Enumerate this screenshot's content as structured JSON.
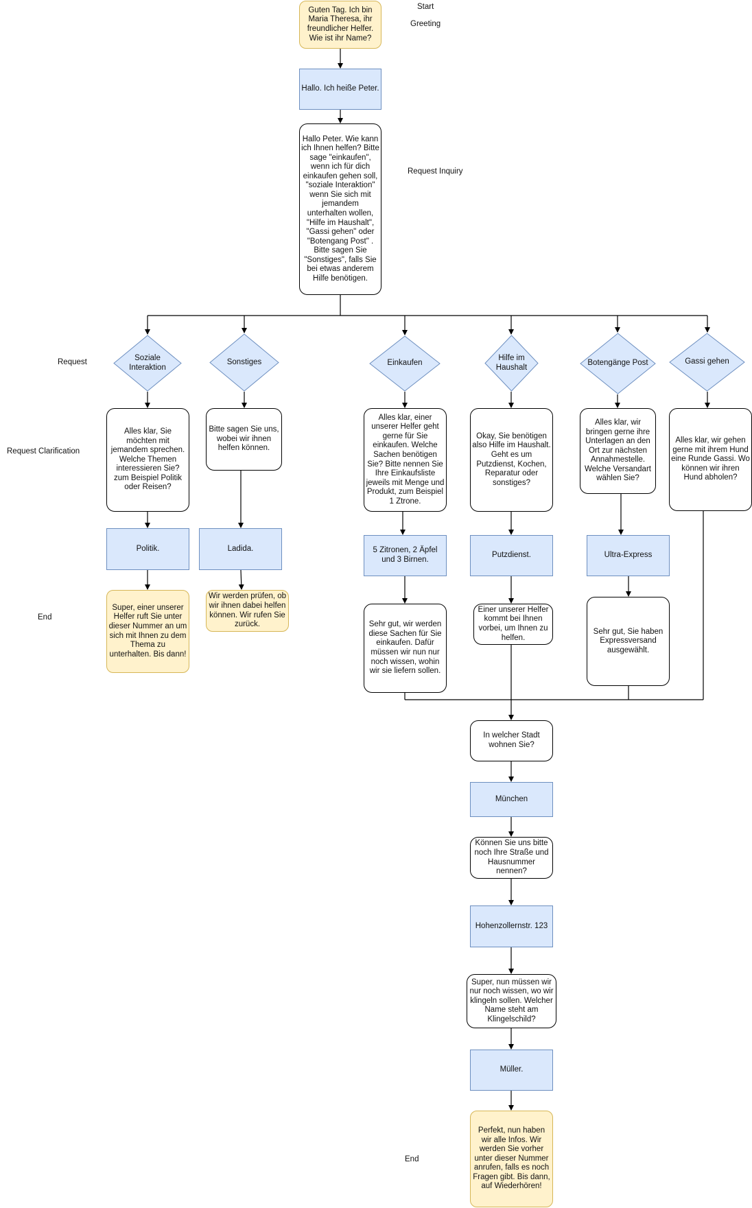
{
  "labels": {
    "start": "Start",
    "greeting": "Greeting",
    "request_inquiry": "Request Inquiry",
    "request": "Request",
    "request_clarification": "Request Clarification",
    "end_left": "End",
    "end_bottom": "End"
  },
  "nodes": {
    "greeting": "Guten Tag. Ich bin Maria Theresa, ihr freundlicher Helfer. Wie ist ihr Name?",
    "name_reply": "Hallo. Ich heiße Peter.",
    "inquiry": "Hallo Peter. Wie kann ich Ihnen helfen? Bitte sage \"einkaufen\", wenn ich für dich einkaufen gehen soll, \"soziale Interaktion\" wenn Sie sich mit jemandem unterhalten wollen, \"Hilfe im Haushalt\", \"Gassi gehen\" oder \"Botengang Post\" . Bitte sagen Sie \"Sonstiges\", falls Sie bei etwas anderem Hilfe benötigen.",
    "d_soziale": "Soziale Interaktion",
    "d_sonstiges": "Sonstiges",
    "d_einkaufen": "Einkaufen",
    "d_hilfe": "Hilfe im Haushalt",
    "d_boten": "Botengänge Post",
    "d_gassi": "Gassi gehen",
    "c_soziale": "Alles klar, Sie möchten mit jemandem sprechen. Welche Themen interessieren Sie? zum Beispiel Politik oder Reisen?",
    "c_sonstiges": "Bitte sagen Sie uns, wobei wir ihnen helfen können.",
    "c_einkaufen": "Alles klar, einer unserer Helfer geht gerne für Sie einkaufen. Welche Sachen benötigen Sie? Bitte nennen Sie Ihre Einkaufsliste jeweils mit Menge und Produkt, zum Beispiel 1 Ztrone.",
    "c_hilfe": "Okay, Sie benötigen also Hilfe im Haushalt. Geht es um Putzdienst, Kochen, Reparatur oder sonstiges?",
    "c_boten": "Alles klar, wir bringen gerne ihre Unterlagen an den Ort zur nächsten Annahmestelle. Welche Versandart wählen Sie?",
    "c_gassi": "Alles klar, wir gehen gerne mit ihrem Hund eine Runde Gassi. Wo können wir ihren Hund abholen?",
    "r_politik": "Politik.",
    "r_ladida": "Ladida.",
    "r_zitronen": "5 Zitronen, 2 Äpfel und 3 Birnen.",
    "r_putz": "Putzdienst.",
    "r_express": "Ultra-Express",
    "e_soziale": "Super, einer unserer Helfer ruft Sie unter dieser Nummer an um sich mit Ihnen zu dem Thema zu unterhalten. Bis dann!",
    "e_sonstiges": "Wir werden prüfen, ob wir ihnen dabei helfen können. Wir rufen Sie zurück.",
    "a_einkaufen": "Sehr gut, wir werden diese Sachen für Sie einkaufen. Dafür müssen wir nun nur noch wissen, wohin wir sie liefern sollen.",
    "a_hilfe": "Einer unserer Helfer kommt bei Ihnen vorbei, um Ihnen zu helfen.",
    "a_boten": "Sehr gut, Sie haben Expressversand ausgewählt.",
    "q_stadt": "In welcher Stadt wohnen Sie?",
    "r_muenchen": "München",
    "q_strasse": "Können Sie uns bitte noch Ihre Straße und Hausnummer nennen?",
    "r_strasse": "Hohenzollernstr. 123",
    "q_klingel": "Super, nun müssen wir nur noch wissen, wo wir klingeln sollen. Welcher Name steht am Klingelschild?",
    "r_mueller": "Müller.",
    "final": "Perfekt, nun haben wir alle Infos. Wir werden Sie vorher unter dieser Nummer anrufen, falls es noch Fragen gibt. Bis dann, auf Wiederhören!"
  },
  "colors": {
    "yellow_fill": "#fff2cc",
    "yellow_stroke": "#d6b656",
    "blue_fill": "#dae8fc",
    "blue_stroke": "#6c8ebf",
    "edge": "#000000"
  }
}
